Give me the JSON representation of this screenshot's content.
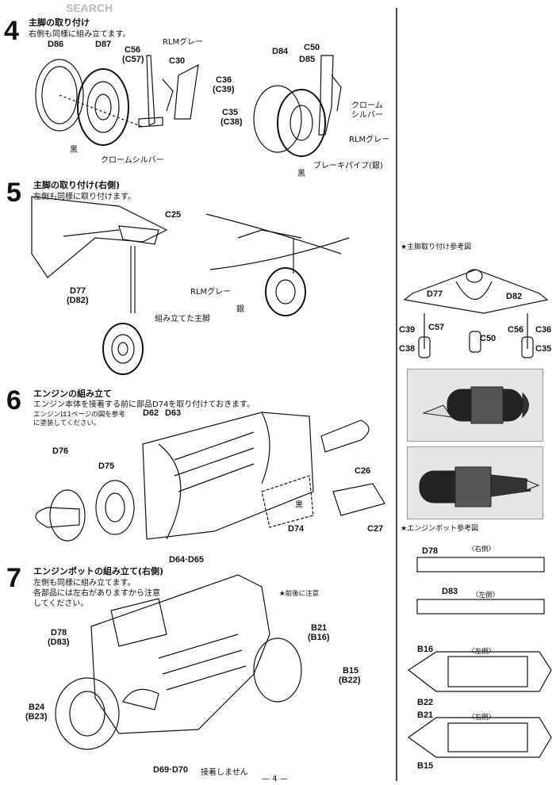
{
  "watermark": {
    "logo": "SEARCH"
  },
  "step4": {
    "number": "4",
    "title": "主脚の取り付け",
    "note": "右側も同様に組み立てます。",
    "labels": {
      "d86": "D86",
      "d87": "D87",
      "c56": "C56",
      "c57": "(C57)",
      "rlm": "RLMグレー",
      "c30": "C30",
      "c36": "C36",
      "c39": "(C39)",
      "c35": "C35",
      "c38": "(C38)",
      "black": "黒",
      "chrome": "クロームシルバー",
      "d84": "D84",
      "c50": "C50",
      "d85": "D85",
      "chrome2a": "クローム",
      "chrome2b": "シルバー",
      "rlm2": "RLMグレー",
      "black2": "黒",
      "brake": "ブレーキパイプ(銀)"
    }
  },
  "step5": {
    "number": "5",
    "title": "主脚の取り付け(右側)",
    "note": "左側も同様に取り付けます。",
    "labels": {
      "c25": "C25",
      "d77": "D77",
      "d82": "(D82)",
      "assembled": "組み立てた主脚",
      "rlm": "RLMグレー",
      "silver": "銀"
    }
  },
  "ref_gear": {
    "title": "★主脚取り付け参考図",
    "labels": {
      "d77": "D77",
      "d82": "D82",
      "c39": "C39",
      "c57": "C57",
      "c56": "C56",
      "c36": "C36",
      "c50": "C50",
      "c38": "C38",
      "c35": "C35"
    }
  },
  "step6": {
    "number": "6",
    "title": "エンジンの組み立て",
    "note": "エンジン本体を接着する前に部品D74を取り付けておきます。",
    "subnote1": "エンジンは1ページの図を参考",
    "subnote2": "に塗装してください。",
    "labels": {
      "d62": "D62",
      "d63": "D63",
      "d76": "D76",
      "d75": "D75",
      "c26": "C26",
      "black": "黒",
      "d74": "D74",
      "c27": "C27",
      "d64d65": "D64·D65"
    }
  },
  "ref_pod": {
    "title": "★エンジンポット参考図",
    "right_side": "〈右側〉",
    "left_side": "〈左側〉",
    "labels": {
      "d78": "D78",
      "d83": "D83",
      "b16": "B16",
      "b22": "B22",
      "b21": "B21",
      "b15": "B15"
    }
  },
  "step7": {
    "number": "7",
    "title": "エンジンポットの組み立て(右側)",
    "note1": "左側も同様に組み立てます。",
    "note2": "各部品には左右がありますから注意",
    "note3": "してください。",
    "front_note": "★前後に注意",
    "labels": {
      "d78": "D78",
      "d83": "(D83)",
      "b21": "B21",
      "b16": "(B16)",
      "b15": "B15",
      "b22": "(B22)",
      "b24": "B24",
      "b23": "(B23)",
      "d69d70": "D69·D70",
      "nonglue": "接着しません"
    }
  },
  "page_number": "— 4 —"
}
